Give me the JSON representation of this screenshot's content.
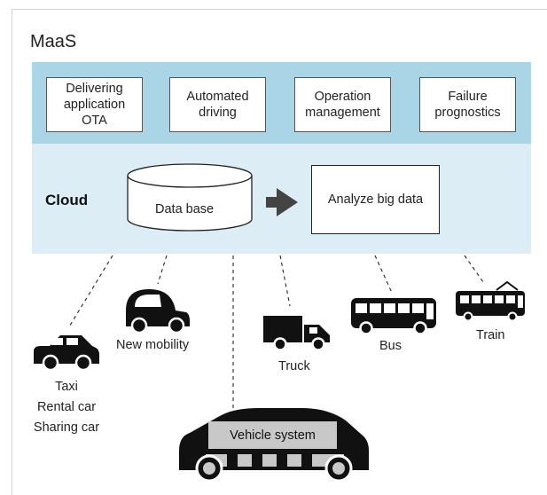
{
  "title": "MaaS",
  "apps": [
    {
      "label": "Delivering\napplication\nOTA"
    },
    {
      "label": "Automated\ndriving"
    },
    {
      "label": "Operation\nmanagement"
    },
    {
      "label": "Failure\nprognostics"
    }
  ],
  "cloud": {
    "label": "Cloud",
    "database_label": "Data base",
    "analyze_label": "Analyze big data"
  },
  "vehicles": {
    "taxi": [
      "Taxi",
      "Rental car",
      "Sharing car"
    ],
    "new_mobility": "New mobility",
    "truck": "Truck",
    "bus": "Bus",
    "train": "Train",
    "vehicle_system": "Vehicle system"
  },
  "colors": {
    "app_band": "#a9d5e7",
    "cloud_band": "#dcedf5",
    "vehicle_fill": "#111111",
    "arrow": "#444444"
  }
}
